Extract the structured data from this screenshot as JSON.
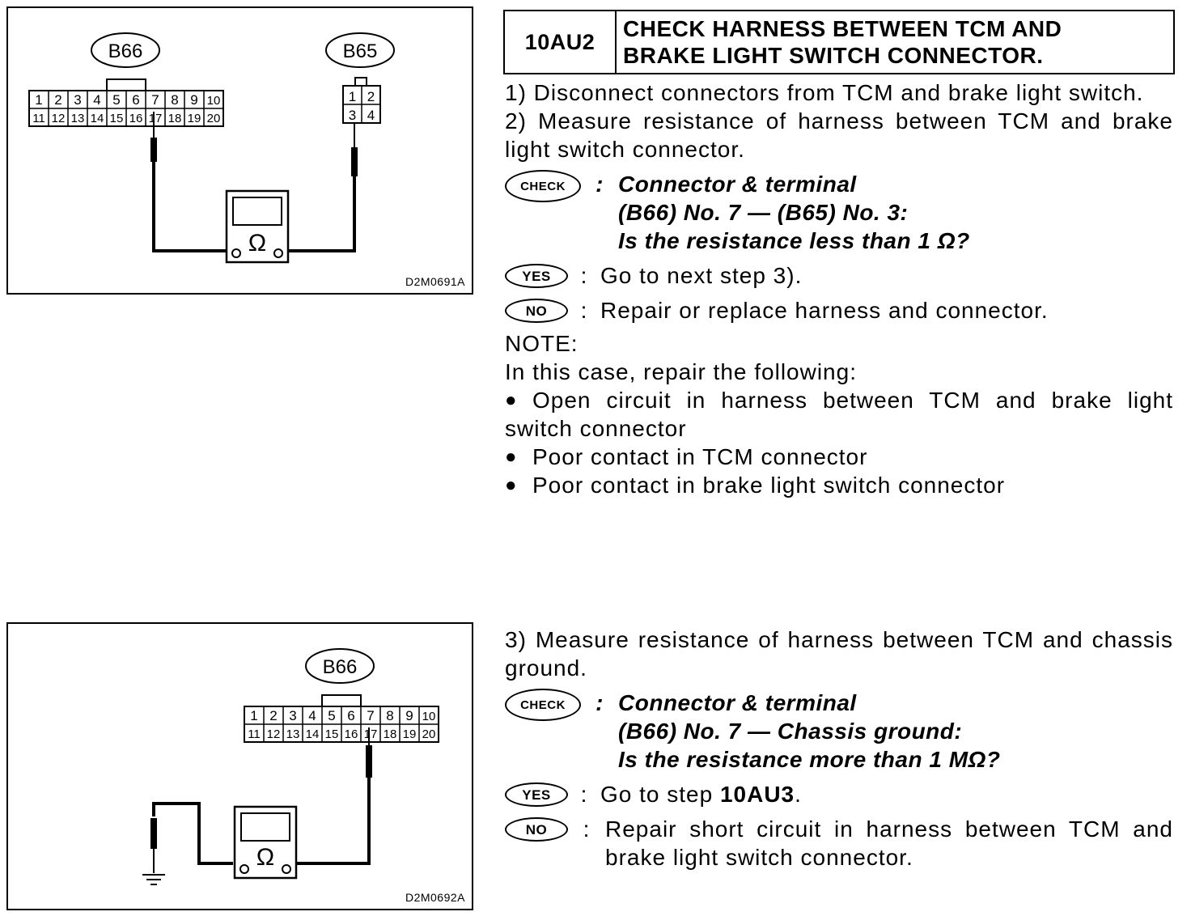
{
  "figure1": {
    "connector_a": "B66",
    "connector_b": "B65",
    "pins_a_top": [
      "1",
      "2",
      "3",
      "4",
      "5",
      "6",
      "7",
      "8",
      "9",
      "10"
    ],
    "pins_a_bottom": [
      "11",
      "12",
      "13",
      "14",
      "15",
      "16",
      "17",
      "18",
      "19",
      "20"
    ],
    "pins_b": [
      "1",
      "2",
      "3",
      "4"
    ],
    "meter_symbol": "Ω",
    "code": "D2M0691A"
  },
  "figure2": {
    "connector_a": "B66",
    "pins_a_top": [
      "1",
      "2",
      "3",
      "4",
      "5",
      "6",
      "7",
      "8",
      "9",
      "10"
    ],
    "pins_a_bottom": [
      "11",
      "12",
      "13",
      "14",
      "15",
      "16",
      "17",
      "18",
      "19",
      "20"
    ],
    "meter_symbol": "Ω",
    "code": "D2M0692A"
  },
  "step": {
    "id": "10AU2",
    "title_line1": "CHECK HARNESS BETWEEN TCM AND",
    "title_line2": "BRAKE LIGHT SWITCH CONNECTOR."
  },
  "labels": {
    "check": "CHECK",
    "yes": "YES",
    "no": "NO"
  },
  "section1": {
    "p1": "1) Disconnect connectors from TCM and brake light switch.",
    "p2": "2) Measure resistance of harness between TCM and brake light switch connector.",
    "check_line1": "Connector & terminal",
    "check_line2": "(B66) No. 7 — (B65) No. 3:",
    "check_line3": "Is the resistance less than 1 Ω?",
    "yes": "Go to next step 3).",
    "no": "Repair or replace harness and connector.",
    "note_title": "NOTE:",
    "note_intro": "In this case, repair the following:",
    "bullets": [
      "Open circuit in harness between TCM and brake light switch connector",
      "Poor contact in TCM connector",
      "Poor contact in brake light switch connector"
    ]
  },
  "section2": {
    "p3": "3) Measure resistance of harness between TCM and chassis ground.",
    "check_line1": "Connector & terminal",
    "check_line2": "(B66) No. 7 — Chassis ground:",
    "check_line3": "Is the resistance more than 1 MΩ?",
    "yes_prefix": "Go to step ",
    "yes_step": "10AU3",
    "yes_suffix": ".",
    "no": "Repair short circuit in harness between TCM and brake light switch connector."
  }
}
